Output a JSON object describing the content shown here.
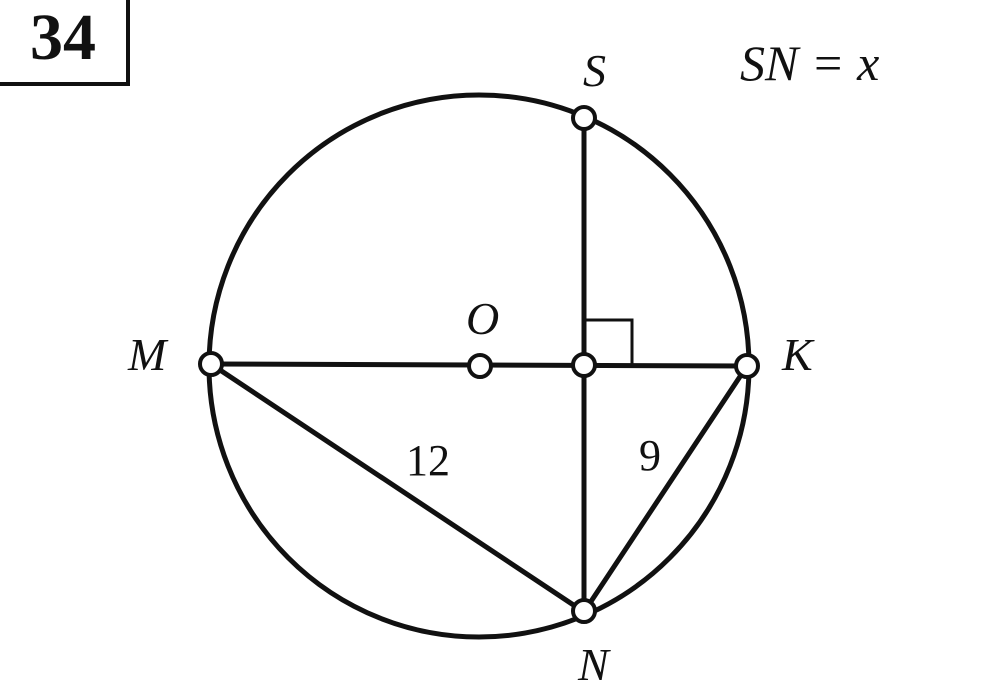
{
  "problem": {
    "number": "34",
    "condition": "SN = x"
  },
  "points": {
    "S": "S",
    "N": "N",
    "M": "M",
    "K": "K",
    "O": "O"
  },
  "lengths": {
    "MN": "12",
    "KN": "9"
  }
}
